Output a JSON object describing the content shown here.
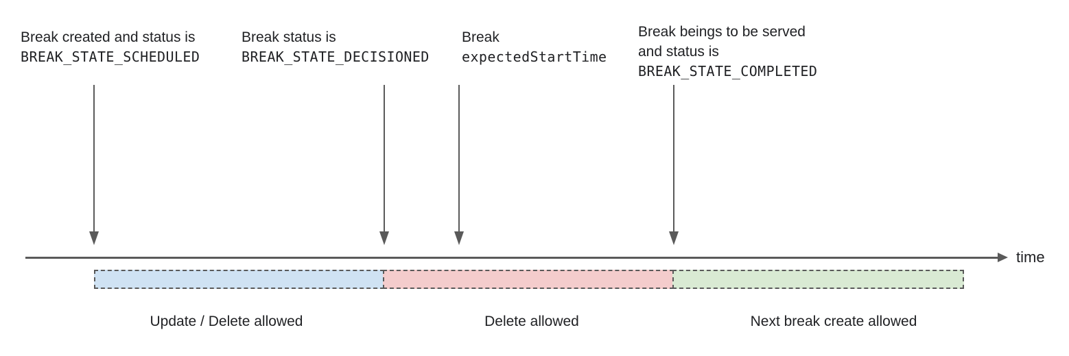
{
  "annotations": {
    "scheduled": {
      "line1": "Break created and status is",
      "code": "BREAK_STATE_SCHEDULED"
    },
    "decisioned": {
      "line1": "Break status is",
      "code": "BREAK_STATE_DECISIONED"
    },
    "expected_start": {
      "line1": "Break",
      "code": "expectedStartTime"
    },
    "completed": {
      "line1": "Break beings to be served",
      "line2": "and status is",
      "code": "BREAK_STATE_COMPLETED"
    }
  },
  "timeline": {
    "axis_label": "time"
  },
  "zones": {
    "update_delete": {
      "label": "Update / Delete allowed",
      "fill": "#cfe2f3"
    },
    "delete_only": {
      "label": "Delete allowed",
      "fill": "#f4cccc"
    },
    "next_create": {
      "label": "Next break create allowed",
      "fill": "#d9ead3"
    }
  },
  "colors": {
    "arrow": "#5a5a5a",
    "dashed_border": "#595959",
    "text": "#202124"
  }
}
